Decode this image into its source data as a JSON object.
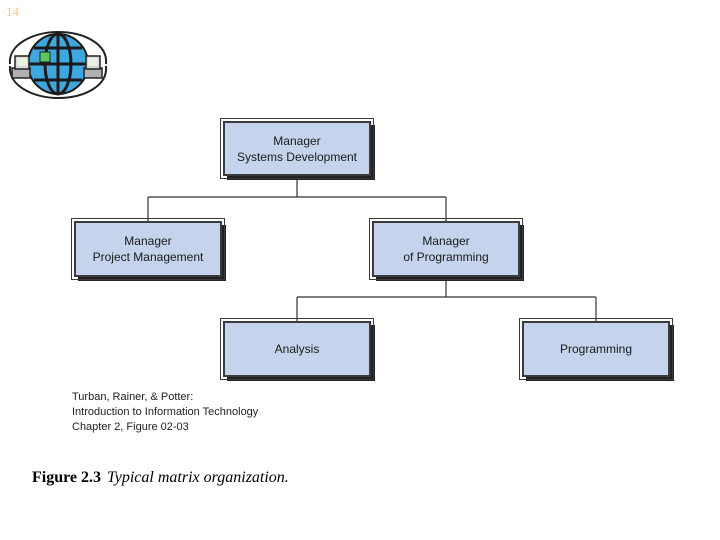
{
  "slide": {
    "number": "14"
  },
  "org_chart": {
    "top": {
      "line1": "Manager",
      "line2": "Systems Development"
    },
    "left": {
      "line1": "Manager",
      "line2": "Project Management"
    },
    "right": {
      "line1": "Manager",
      "line2": "of Programming"
    },
    "child_left": {
      "line1": "Analysis"
    },
    "child_right": {
      "line1": "Programming"
    }
  },
  "citation": {
    "line1": "Turban, Rainer, & Potter:",
    "line2": "Introduction to Information Technology",
    "line3": "Chapter 2, Figure 02-03"
  },
  "caption": {
    "label": "Figure 2.3",
    "text": "Typical matrix organization."
  },
  "logo": {
    "icon": "globe-network-icon"
  }
}
